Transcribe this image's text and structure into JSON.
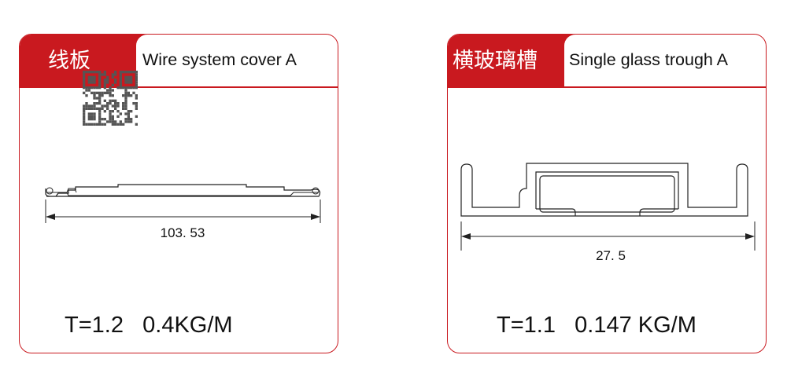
{
  "profiles": [
    {
      "name_cn": "线板",
      "name_en": "Wire  system  cover A",
      "dimension": "103. 53",
      "spec": "T=1.2   0.4KG/M"
    },
    {
      "name_cn": "横玻璃槽",
      "name_en": "Single glass trough A",
      "dimension": "27. 5",
      "spec": "T=1.1   0.147 KG/M"
    }
  ],
  "colors": {
    "accent": "#c9191f",
    "line": "#222222",
    "qr": "#555555"
  }
}
